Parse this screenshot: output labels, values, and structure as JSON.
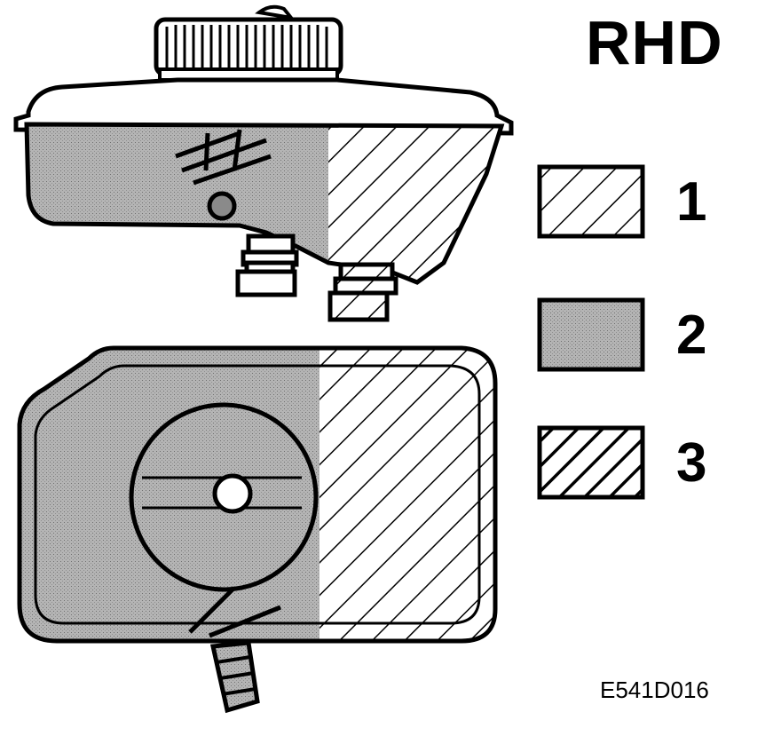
{
  "diagram": {
    "title": "RHD",
    "code": "E541D016",
    "legend": [
      {
        "number": "1",
        "pattern": "light-hatch"
      },
      {
        "number": "2",
        "pattern": "gray-fill"
      },
      {
        "number": "3",
        "pattern": "dense-hatch"
      }
    ],
    "colors": {
      "ink": "#000000",
      "gray": "#a8a8a8",
      "background": "#ffffff"
    }
  }
}
